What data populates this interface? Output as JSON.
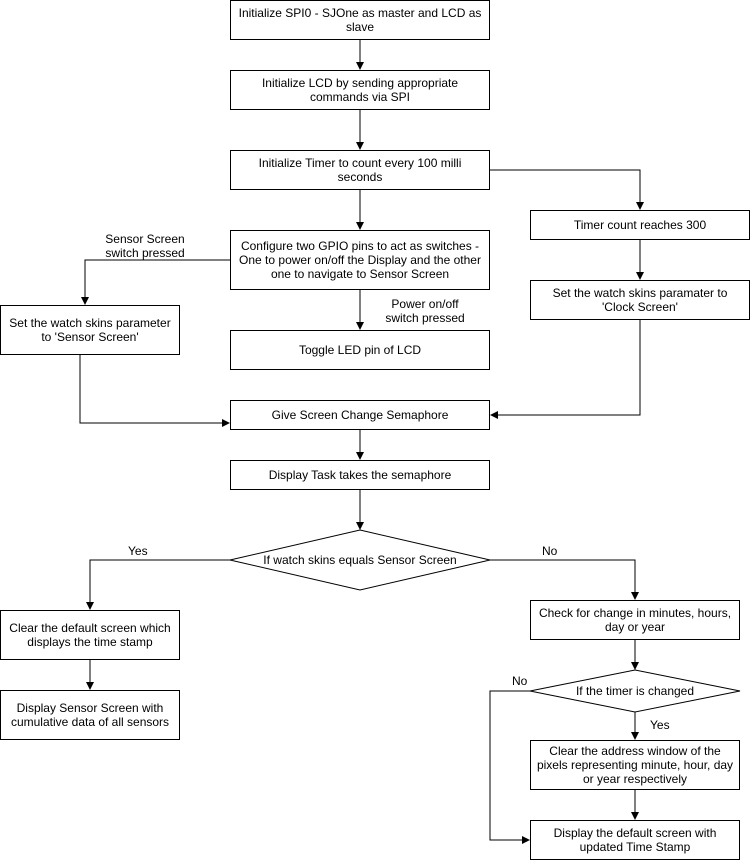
{
  "nodes": {
    "init_spi": "Initialize SPI0 - SJOne as master and LCD as slave",
    "init_lcd": "Initialize LCD by sending appropriate commands via SPI",
    "init_timer": "Initialize Timer to count every 100 milli seconds",
    "config_gpio": "Configure two GPIO pins to act as switches - One to power on/off the Display and the other one to navigate to Sensor Screen",
    "timer_300": "Timer count reaches 300",
    "set_clock": "Set the watch skins paramater to 'Clock Screen'",
    "set_sensor": "Set the watch skins parameter to 'Sensor Screen'",
    "toggle_led": "Toggle LED pin of LCD",
    "give_sem": "Give Screen Change Semaphore",
    "take_sem": "Display Task takes the semaphore",
    "decision_skins": "If watch skins equals Sensor Screen",
    "clear_default": "Clear the default screen which displays the time stamp",
    "display_sensor": "Display Sensor Screen with cumulative data of all sensors",
    "check_change": "Check for change in minutes, hours, day or year",
    "decision_timer": "If the timer is changed",
    "clear_address": "Clear the address window of the pixels representing minute, hour, day or year respectively",
    "display_default": "Display the default screen with updated Time Stamp"
  },
  "edge_labels": {
    "sensor_switch": "Sensor Screen switch pressed",
    "power_switch": "Power on/off switch pressed",
    "yes_left": "Yes",
    "no_right": "No",
    "no_timer": "No",
    "yes_timer": "Yes"
  },
  "colors": {
    "stroke": "#000000",
    "fill": "#ffffff"
  }
}
